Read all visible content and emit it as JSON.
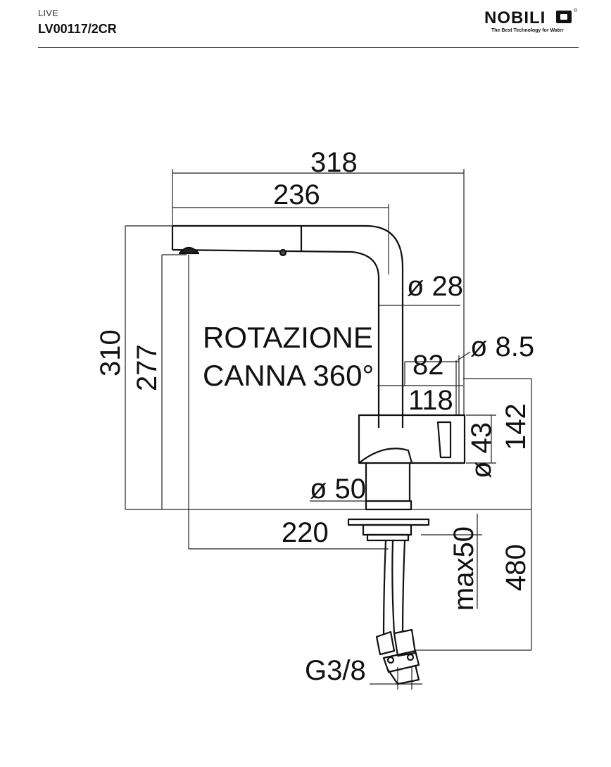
{
  "header": {
    "series": "LIVE",
    "code": "LV00117/2CR",
    "logo_text": "NOBILI",
    "logo_tagline": "The Best Technology for Water"
  },
  "drawing": {
    "annotation_line1": "ROTAZIONE",
    "annotation_line2": "CANNA 360°",
    "dims": {
      "d318": "318",
      "d236": "236",
      "d310": "310",
      "d277": "277",
      "d28": "ø 28",
      "d8_5": "ø 8.5",
      "d82": "82",
      "d118": "118",
      "d142": "142",
      "d43": "ø 43",
      "d50": "ø 50",
      "d220": "220",
      "max50": "max50",
      "d480": "480",
      "g38": "G3/8"
    }
  }
}
